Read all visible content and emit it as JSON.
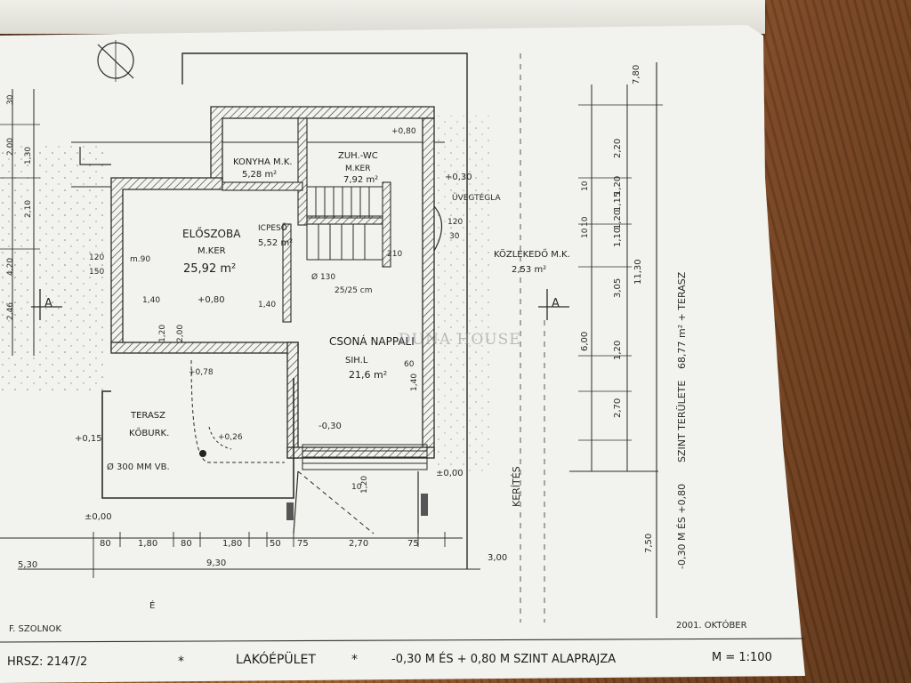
{
  "rooms": {
    "kitchen": {
      "name": "KONYHA M.K.",
      "area": "5,28 m²"
    },
    "bath": {
      "name": "ZUH.-WC",
      "floor": "M.KER",
      "area": "7,92 m²"
    },
    "hall": {
      "name": "ELŐSZOBA",
      "floor": "M.KER",
      "area": "25,92 m²"
    },
    "vestibule": {
      "name": "ICPESŐ",
      "area": "5,52 m²"
    },
    "living": {
      "name": "CSONÁ NAPPALI",
      "floor": "SIH.L",
      "area": "21,6 m²"
    },
    "terrace": {
      "name": "TERASZ",
      "floor": "KŐBURK."
    },
    "corridor": {
      "name": "KÖZLEKEDŐ M.K.",
      "area": "2,53 m²"
    }
  },
  "labels": {
    "glass": "ÜVEGTÉGLA",
    "opening": "25/25 cm",
    "pipe_hall": "Ø 130",
    "pipe_terrace": "Ø 300 MM VB.",
    "fence": "KERÍTÉS",
    "area_text": "SZINT TERÜLETE",
    "area_value": "68,77 m² + TERASZ",
    "level_text": "-0,30 M ÉS +0,80",
    "date": "2001. OKTÓBER",
    "street": "F. SZOLNOK",
    "section_a": "A",
    "north": "É",
    "watermark": "DUNA HOUSE"
  },
  "levels": {
    "hall": "+0,80",
    "left_terrace": "+0,15",
    "ground": "±0,00",
    "living": "-0,30",
    "right_ground": "±0,00",
    "terrace_level": "+0,26",
    "entry": "+0,30",
    "step": "+0,78",
    "bath_level": "+0,80"
  },
  "dims_bottom": [
    "80",
    "1,80",
    "80",
    "1,80",
    "50",
    "75",
    "2,70",
    "75"
  ],
  "dims_bottom_total": "9,30",
  "dims_bottom_left": "5,30",
  "dims_bottom_right": "3,00",
  "dims_right_inner": [
    "2,20",
    "1,20",
    "1,15",
    "1,20",
    "1,10",
    "3,05",
    "1,20",
    "2,70"
  ],
  "dims_right_mid": [
    "10",
    "10",
    "10",
    "6,00"
  ],
  "dims_right_outer": [
    "7,80",
    "11,30",
    "7,50"
  ],
  "dims_left": [
    "30",
    "2,00",
    "1,30",
    "2,10",
    "4,20",
    "2,46"
  ],
  "dims_misc": [
    "120",
    "150",
    "m.90",
    "1,40",
    "1,40",
    "1,20",
    "2,00",
    "60",
    "1,40",
    "120",
    "30",
    "1,20",
    "10",
    "210"
  ],
  "title_block": {
    "parcel": "HRSZ: 2147/2",
    "star": "*",
    "building": "LAKÓÉPÜLET",
    "level_desc": "-0,30 M ÉS + 0,80 M SZINT ALAPRAJZA",
    "scale": "M = 1:100"
  },
  "colors": {
    "paper": "#f2f2ee",
    "ink": "#2b2b2b",
    "wood": "#8a5228"
  }
}
